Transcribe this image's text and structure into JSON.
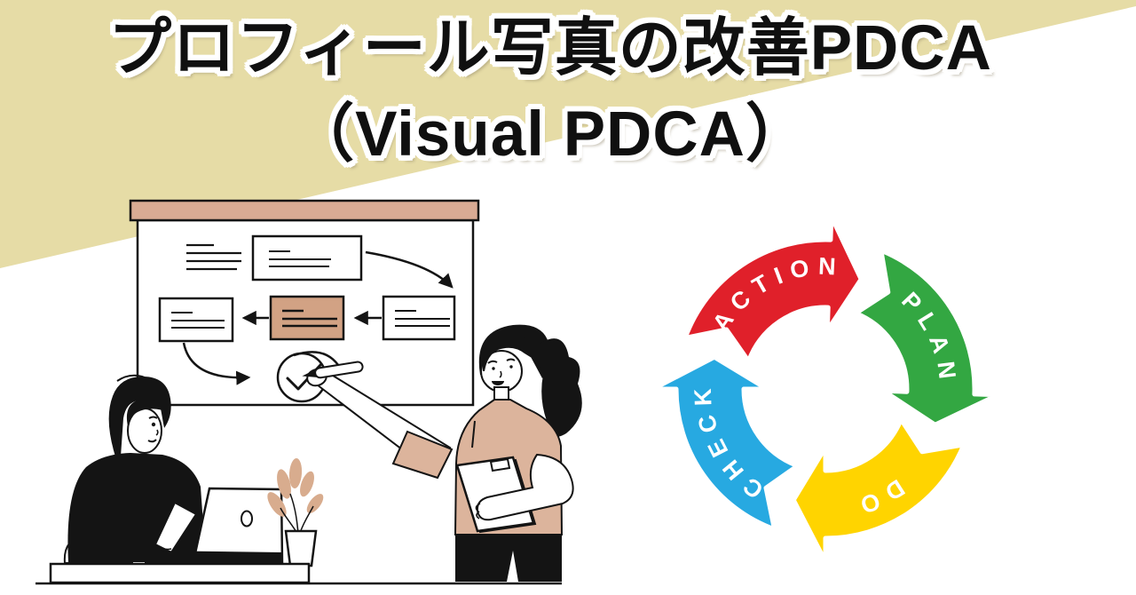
{
  "title": {
    "line1": "プロフィール写真の改善PDCA",
    "line2": "（Visual PDCA）"
  },
  "background": {
    "base": "#ffffff",
    "accent_wedge": "#e6dca6",
    "title_ink": "#101010",
    "title_outline": "#ffffff"
  },
  "pdca_wheel": {
    "direction": "clockwise",
    "label_color": "#ffffff",
    "segments": [
      {
        "label": "ACTION",
        "color": "#e0202a",
        "tail": 290,
        "tip": 18
      },
      {
        "label": "PLAN",
        "color": "#33a742",
        "tail": 22,
        "tip": 108
      },
      {
        "label": "DO",
        "color": "#ffd400",
        "tail": 112,
        "tip": 196
      },
      {
        "label": "CHECK",
        "color": "#27a9e1",
        "tail": 200,
        "tip": 286
      }
    ]
  },
  "illustration": {
    "board_bar_color": "#d9ab94",
    "highlight_box_color": "#d2a284",
    "shirt_color": "#dcb49c",
    "leaf_color": "#d8ac8e",
    "ink_color": "#1c1c1c"
  }
}
